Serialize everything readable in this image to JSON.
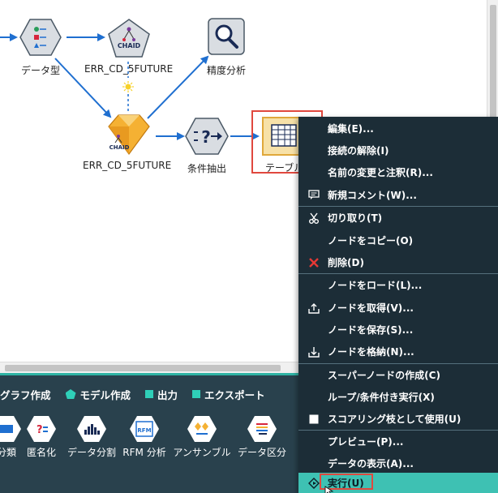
{
  "canvas": {
    "nodes": {
      "type": "データ型",
      "chaid_model": "ERR_CD_5FUTURE",
      "analysis": "精度分析",
      "chaid_nugget": "ERR_CD_5FUTURE",
      "select": "条件抽出",
      "table": "テーブル",
      "chaid_icon_text": "CHAID"
    }
  },
  "palette": {
    "tabs": [
      {
        "label": "グラフ作成"
      },
      {
        "label": "モデル作成"
      },
      {
        "label": "出力"
      },
      {
        "label": "エクスポート"
      }
    ],
    "nodes": [
      {
        "label": "分類"
      },
      {
        "label": "匿名化"
      },
      {
        "label": "データ分割"
      },
      {
        "label": "RFM 分析"
      },
      {
        "label": "アンサンブル"
      },
      {
        "label": "データ区分"
      }
    ],
    "rfm_icon_text": "RFM",
    "colors": {
      "background": "#29414d",
      "accent": "#2fcfb8"
    }
  },
  "context_menu": {
    "items": [
      {
        "label": "編集(E)...",
        "icon": ""
      },
      {
        "label": "接続の解除(I)",
        "icon": ""
      },
      {
        "label": "名前の変更と注釈(R)...",
        "icon": ""
      },
      {
        "label": "新規コメント(W)...",
        "icon": "comment-icon"
      },
      {
        "label": "切り取り(T)",
        "icon": "scissors-icon"
      },
      {
        "label": "ノードをコピー(O)",
        "icon": ""
      },
      {
        "label": "削除(D)",
        "icon": "delete-x-icon"
      },
      {
        "label": "ノードをロード(L)...",
        "icon": ""
      },
      {
        "label": "ノードを取得(V)...",
        "icon": "upload-icon"
      },
      {
        "label": "ノードを保存(S)...",
        "icon": ""
      },
      {
        "label": "ノードを格納(N)...",
        "icon": "download-icon"
      },
      {
        "label": "スーパーノードの作成(C)",
        "icon": ""
      },
      {
        "label": "ループ/条件付き実行(X)",
        "icon": ""
      },
      {
        "label": "スコアリング枝として使用(U)",
        "icon": "checkbox-icon"
      },
      {
        "label": "プレビュー(P)...",
        "icon": ""
      },
      {
        "label": "データの表示(A)...",
        "icon": ""
      },
      {
        "label": "実行(U)",
        "icon": "run-icon"
      }
    ],
    "colors": {
      "background": "#1c2d37",
      "active": "#3ec1b3",
      "highlight": "#e0483e"
    }
  }
}
